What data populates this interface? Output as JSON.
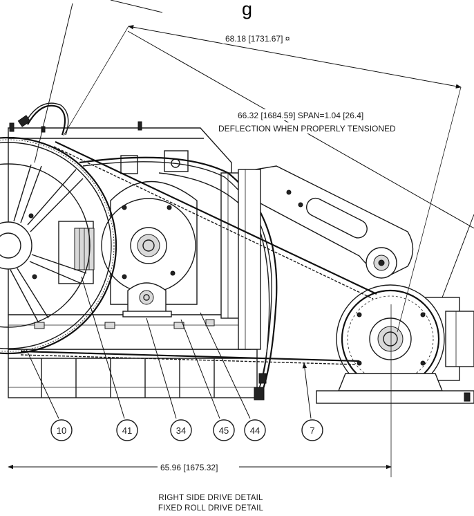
{
  "header": {
    "caption_fragment": "g"
  },
  "dimensions": {
    "belt_length": "68.18 [1731.67] ¤",
    "span_line1": "66.32 [1684.59] SPAN=1.04 [26.4]",
    "span_line2": "DEFLECTION WHEN PROPERLY TENSIONED",
    "center_distance": "65.96 [1675.32]"
  },
  "balloons": [
    {
      "label": "10"
    },
    {
      "label": "41"
    },
    {
      "label": "34"
    },
    {
      "label": "45"
    },
    {
      "label": "44"
    },
    {
      "label": "7"
    }
  ],
  "title_block": {
    "line1": "RIGHT SIDE DRIVE DETAIL",
    "line2": "FIXED ROLL DRIVE DETAIL"
  }
}
